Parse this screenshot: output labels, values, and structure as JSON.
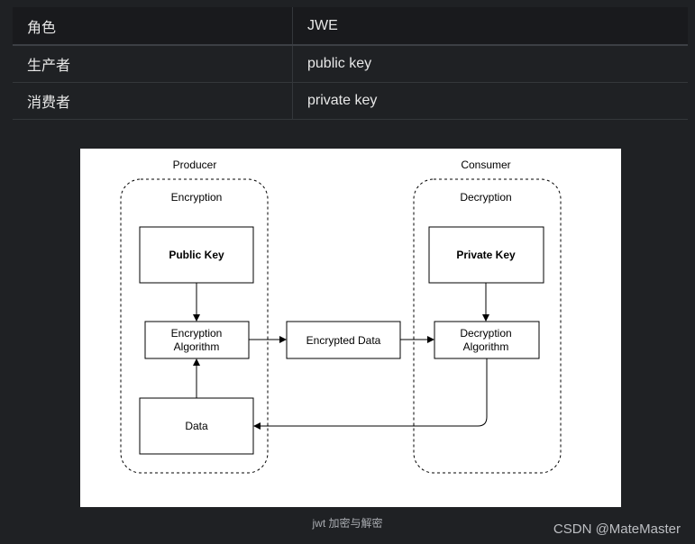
{
  "table": {
    "headers": [
      "角色",
      "JWE"
    ],
    "rows": [
      [
        "生产者",
        "public key"
      ],
      [
        "消费者",
        "private key"
      ]
    ]
  },
  "diagram": {
    "producer": {
      "title": "Producer",
      "group_label": "Encryption",
      "public_key": "Public Key",
      "algorithm_line1": "Encryption",
      "algorithm_line2": "Algorithm",
      "data": "Data"
    },
    "middle": {
      "encrypted_data": "Encrypted Data"
    },
    "consumer": {
      "title": "Consumer",
      "group_label": "Decryption",
      "private_key": "Private Key",
      "algorithm_line1": "Decryption",
      "algorithm_line2": "Algorithm"
    }
  },
  "caption": "jwt 加密与解密",
  "watermark": "CSDN @MateMaster"
}
